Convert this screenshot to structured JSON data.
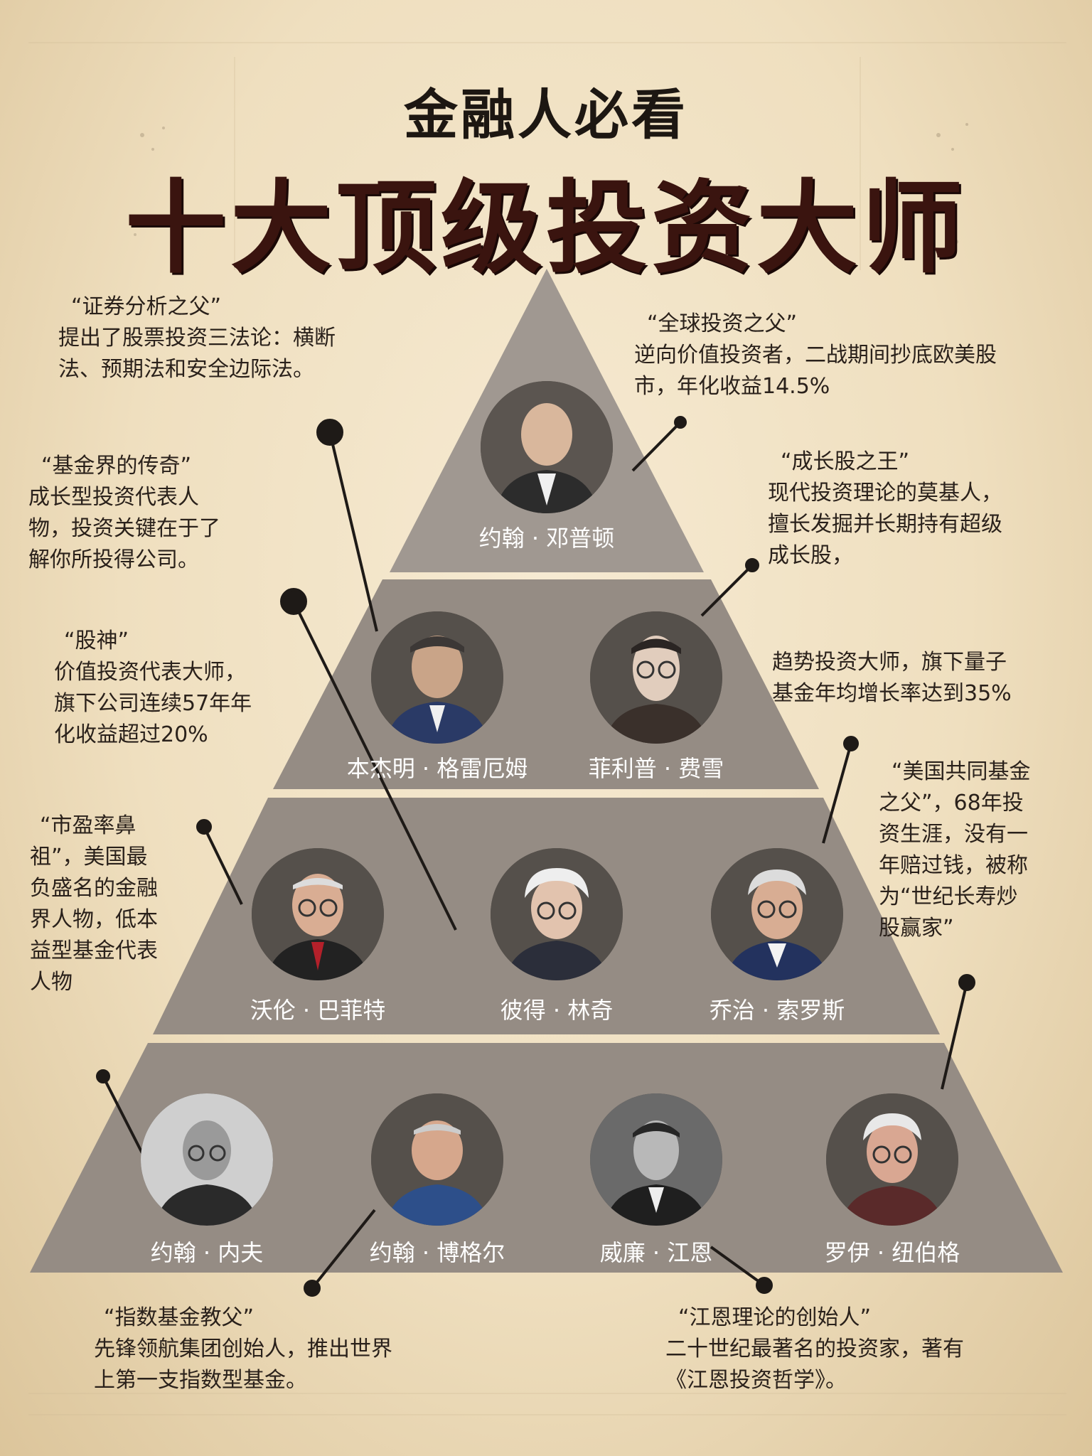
{
  "header": {
    "subtitle": "金融人必看",
    "title": "十大顶级投资大师"
  },
  "pyramid": {
    "tier1": [
      {
        "name": "约翰 · 邓普顿",
        "portrait": "portrait-templeton"
      }
    ],
    "tier2": [
      {
        "name": "本杰明 · 格雷厄姆",
        "portrait": "portrait-graham"
      },
      {
        "name": "菲利普 · 费雪",
        "portrait": "portrait-fisher"
      }
    ],
    "tier3": [
      {
        "name": "沃伦 · 巴菲特",
        "portrait": "portrait-buffett"
      },
      {
        "name": "彼得 · 林奇",
        "portrait": "portrait-lynch"
      },
      {
        "name": "乔治 · 索罗斯",
        "portrait": "portrait-soros"
      }
    ],
    "tier4": [
      {
        "name": "约翰 · 内夫",
        "portrait": "portrait-neff"
      },
      {
        "name": "约翰 · 博格尔",
        "portrait": "portrait-bogle"
      },
      {
        "name": "威廉 · 江恩",
        "portrait": "portrait-gann"
      },
      {
        "name": "罗伊 · 纽伯格",
        "portrait": "portrait-neuberger"
      }
    ]
  },
  "callouts": {
    "graham": {
      "title": "“证券分析之父”",
      "lines": [
        "提出了股票投资三法论：横断",
        "法、预期法和安全边际法。"
      ]
    },
    "templeton": {
      "title": "“全球投资之父”",
      "lines": [
        "逆向价值投资者，二战期间抄底欧美股",
        "市，年化收益14.5%"
      ]
    },
    "lynch": {
      "title": "“基金界的传奇”",
      "lines": [
        "成长型投资代表人",
        "物，投资关键在于了",
        "解你所投得公司。"
      ]
    },
    "fisher": {
      "title": "“成长股之王”",
      "lines": [
        "现代投资理论的莫基人，",
        "擅长发掘并长期持有超级",
        "成长股，"
      ]
    },
    "buffett": {
      "title": "“股神”",
      "lines": [
        "价值投资代表大师，",
        "旗下公司连续57年年",
        "化收益超过20%"
      ]
    },
    "soros": {
      "lines": [
        "趋势投资大师，旗下量子",
        "基金年均增长率达到35%"
      ]
    },
    "neff": {
      "lines": [
        "“市盈率鼻",
        "祖”，美国最",
        "负盛名的金融",
        "界人物，低本",
        "益型基金代表",
        "人物"
      ]
    },
    "neuberger": {
      "lines": [
        "“美国共同基金",
        "之父”，68年投",
        "资生涯，没有一",
        "年赔过钱，被称",
        "为“世纪长寿炒",
        "股赢家”"
      ]
    },
    "bogle": {
      "title": "“指数基金教父”",
      "lines": [
        "先锋领航集团创始人，推出世界",
        "上第一支指数型基金。"
      ]
    },
    "gann": {
      "title": "“江恩理论的创始人”",
      "lines": [
        "二十世纪最著名的投资家，著有",
        "《江恩投资哲学》。"
      ]
    }
  },
  "colors": {
    "tier": "#948b83",
    "tier_top": "#a09891",
    "separator": "#ead9b9",
    "title_dark": "#3a140f",
    "callout_red": "#7a2418"
  }
}
